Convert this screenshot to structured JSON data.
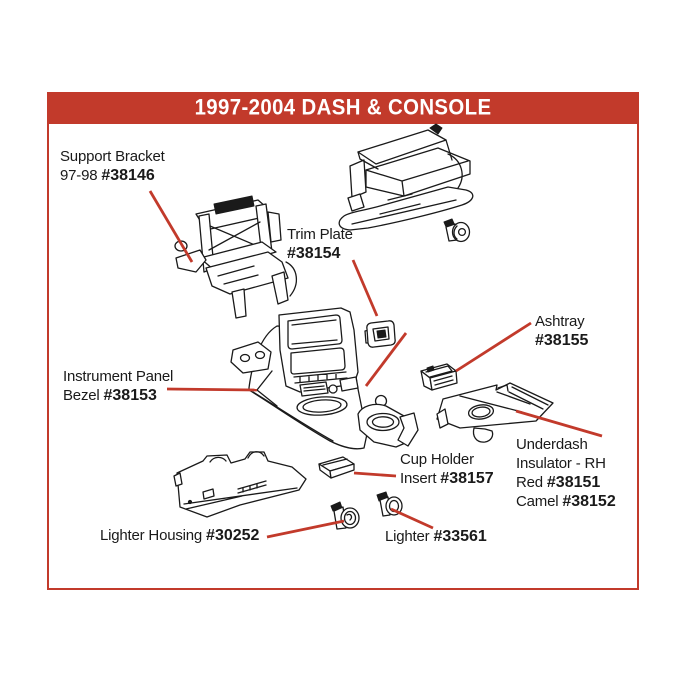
{
  "banner": {
    "title": "1997-2004 DASH & CONSOLE"
  },
  "colors": {
    "accent_red": "#c23a2b",
    "line_black": "#1a1a1a"
  },
  "labels": {
    "support_bracket": {
      "name": "Support Bracket",
      "years": "97-98",
      "number": "#38146"
    },
    "trim_plate": {
      "name": "Trim Plate",
      "number": "#38154"
    },
    "ashtray": {
      "name": "Ashtray",
      "number": "#38155"
    },
    "instrument_panel_bezel": {
      "name_line1": "Instrument Panel",
      "name_line2": "Bezel",
      "number": "#38153"
    },
    "cup_holder_insert": {
      "name_line1": "Cup Holder",
      "name_line2": "Insert",
      "number": "#38157"
    },
    "underdash_insulator": {
      "name_line1": "Underdash",
      "name_line2": "Insulator - RH",
      "color_option1": "Red",
      "number_red": "#38151",
      "color_option2": "Camel",
      "number_camel": "#38152"
    },
    "lighter_housing": {
      "name": "Lighter Housing",
      "number": "#30252"
    },
    "lighter": {
      "name": "Lighter",
      "number": "#33561"
    }
  }
}
